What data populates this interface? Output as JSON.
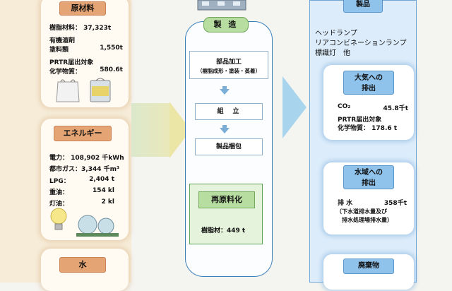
{
  "inputs": {
    "raw": {
      "title": "原材料",
      "r1_label": "樹脂材料：",
      "r1_value": "37,323t",
      "r2_label": "有機溶剤",
      "r3_label": "塗料類",
      "r3_value": "1,550t",
      "r4_label": "PRTR届出対象",
      "r5_label": "化学物質：",
      "r5_value": "580.6t"
    },
    "energy": {
      "title": "エネルギー",
      "rows": [
        {
          "label": "電力：",
          "value": "108,902 千kWh"
        },
        {
          "label": "都市ガス：",
          "value": "3,344 千m³"
        },
        {
          "label": "LPG：",
          "value": "2,404 t"
        },
        {
          "label": "重油：",
          "value": "154 kl"
        },
        {
          "label": "灯油：",
          "value": "2 kl"
        }
      ]
    },
    "water": {
      "title": "水"
    }
  },
  "process": {
    "title": "製 造",
    "step1_line1": "部品加工",
    "step1_line2": "（樹脂成形・塗装・蒸着）",
    "step2": "組　立",
    "step3": "製品梱包",
    "recycle_title": "再原料化",
    "recycle_text": "樹脂材：449 t"
  },
  "outputs": {
    "products": {
      "title": "製品",
      "line1": "ヘッドランプ",
      "line2": "リアコンビネーションランプ",
      "line3": "標識灯　他"
    },
    "air": {
      "title_line1": "大気への",
      "title_line2": "排出",
      "r1_label": "CO₂",
      "r1_value": "45.8千t",
      "r2": "PRTR届出対象",
      "r3_label": "化学物質：",
      "r3_value": "178.6 t"
    },
    "water": {
      "title_line1": "水域への",
      "title_line2": "排出",
      "r1_label": "排 水",
      "r1_value": "358千t",
      "note1": "（下水道排水量及び",
      "note2": "排水処理場排水量）"
    },
    "waste": {
      "title": "廃棄物"
    }
  },
  "colors": {
    "input_tag": "#e5a474",
    "process_tag": "#b7dda0",
    "output_tag": "#8fc3ec",
    "frame_blue": "#3b80b8"
  }
}
